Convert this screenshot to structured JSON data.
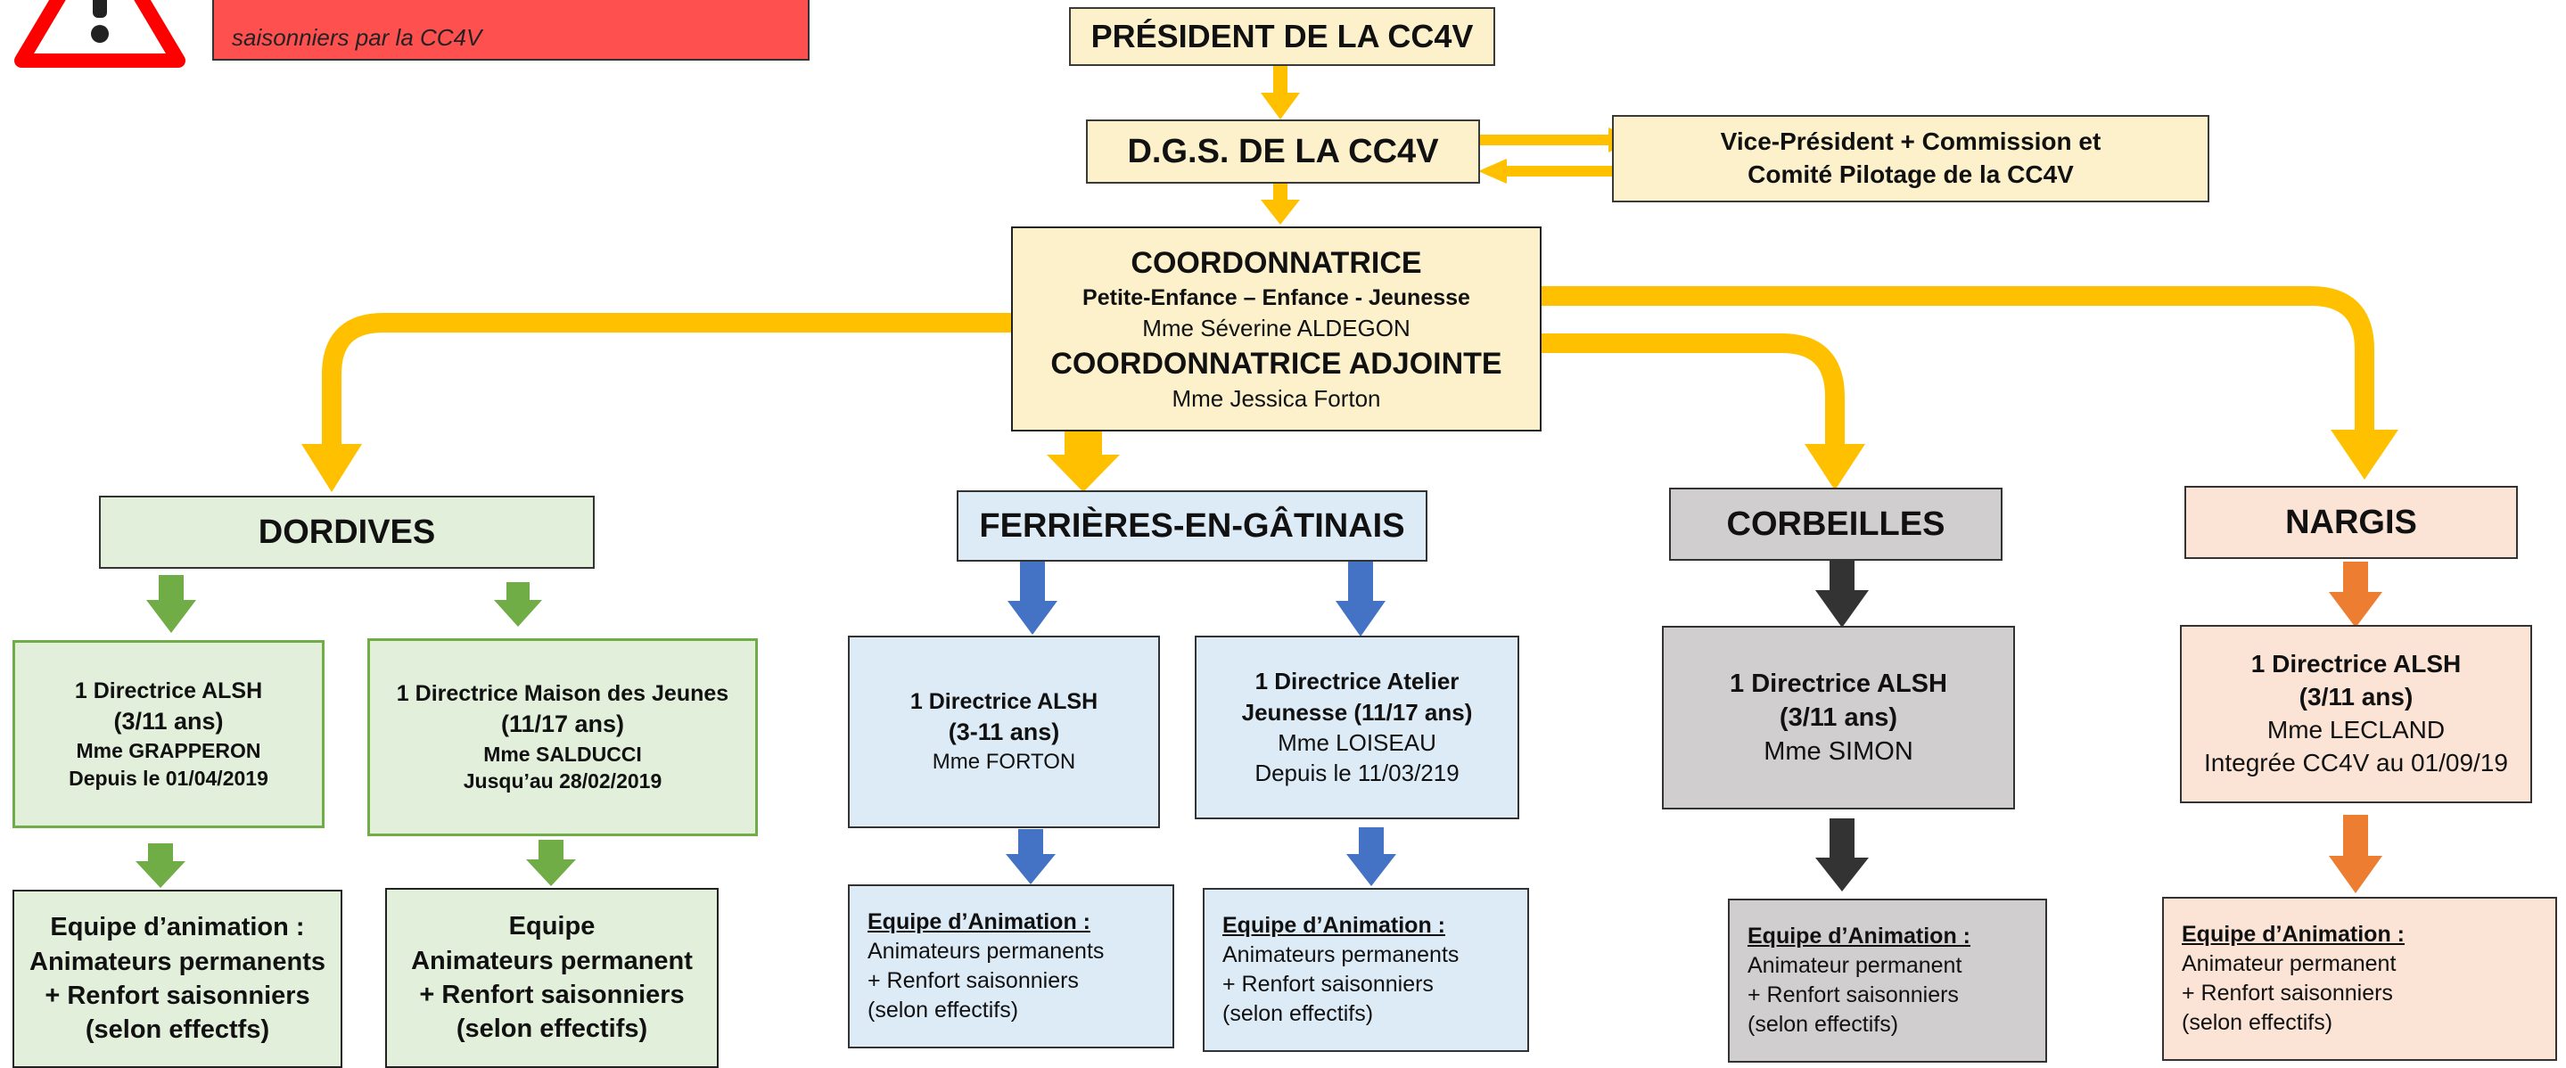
{
  "alert": {
    "icon": "warning-icon",
    "text": "saisonniers par la CC4V"
  },
  "president": "PRÉSIDENT DE LA CC4V",
  "dgs": "D.G.S. DE LA CC4V",
  "vice": {
    "line1": "Vice-Président + Commission et",
    "line2": "Comité Pilotage de la CC4V"
  },
  "coord": {
    "title": "COORDONNATRICE",
    "subtitle": "Petite-Enfance – Enfance - Jeunesse",
    "name": "Mme Séverine ALDEGON",
    "adj_title": "COORDONNATRICE ADJOINTE",
    "adj_name": "Mme Jessica Forton"
  },
  "sites": {
    "dordives": "DORDIVES",
    "ferrieres": "FERRIÈRES-EN-GÂTINAIS",
    "corbeilles": "CORBEILLES",
    "nargis": "NARGIS"
  },
  "directors": {
    "d1": [
      "1 Directrice ALSH",
      "(3/11 ans)",
      "Mme GRAPPERON",
      "Depuis le 01/04/2019"
    ],
    "d2": [
      "1 Directrice Maison des Jeunes",
      "(11/17 ans)",
      "Mme SALDUCCI",
      "Jusqu’au 28/02/2019"
    ],
    "f1": [
      "1 Directrice ALSH",
      "(3-11 ans)",
      "Mme FORTON"
    ],
    "f2": [
      "1 Directrice Atelier",
      "Jeunesse (11/17 ans)",
      "Mme LOISEAU",
      "Depuis le 11/03/219"
    ],
    "c1": [
      "1 Directrice ALSH",
      "(3/11 ans)",
      "Mme SIMON"
    ],
    "n1": [
      "1 Directrice ALSH",
      "(3/11 ans)",
      "Mme LECLAND",
      "Integrée CC4V au 01/09/19"
    ]
  },
  "teams": {
    "d1": [
      "Equipe d’animation :",
      "Animateurs permanents",
      "+ Renfort saisonniers",
      "(selon effectfs)"
    ],
    "d2": [
      "Equipe",
      "Animateurs permanent",
      "+ Renfort saisonniers",
      "(selon effectifs)"
    ],
    "f1": [
      "Equipe d’Animation :",
      "Animateurs permanents",
      "+ Renfort saisonniers",
      "(selon effectifs)"
    ],
    "f2": [
      "Equipe d’Animation :",
      "Animateurs permanents",
      "+ Renfort saisonniers",
      "(selon effectifs)"
    ],
    "c1": [
      "Equipe d’Animation :",
      "Animateur permanent",
      "+ Renfort saisonniers",
      "(selon effectifs)"
    ],
    "n1": [
      "Equipe d’Animation :",
      "Animateur permanent",
      "+ Renfort saisonniers",
      "(selon effectifs)"
    ]
  },
  "colors": {
    "yellow_arrow": "#ffc000",
    "green_arrow": "#70ad47",
    "blue_arrow": "#4472c4",
    "dark_arrow": "#333333",
    "orange_arrow": "#ed7d31",
    "alert_red": "#ff5050"
  }
}
